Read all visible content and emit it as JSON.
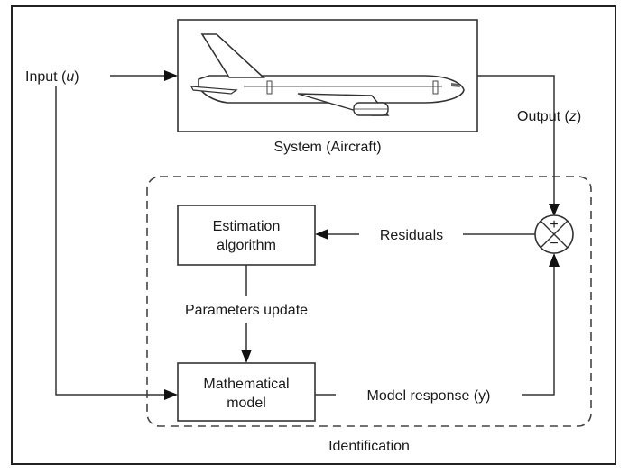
{
  "diagram": {
    "input_label": {
      "text": "Input (",
      "var": "u",
      "close": ")"
    },
    "output_label": {
      "text": "Output (",
      "var": "z",
      "close": ")"
    },
    "system_caption": "System (Aircraft)",
    "estimation_box": {
      "line1": "Estimation",
      "line2": "algorithm"
    },
    "model_box": {
      "line1": "Mathematical",
      "line2": "model"
    },
    "residuals_label": "Residuals",
    "parameters_label": "Parameters update",
    "model_response_label": "Model response (y)",
    "identification_label": "Identification",
    "comparator": {
      "plus": "+",
      "minus": "−"
    }
  }
}
